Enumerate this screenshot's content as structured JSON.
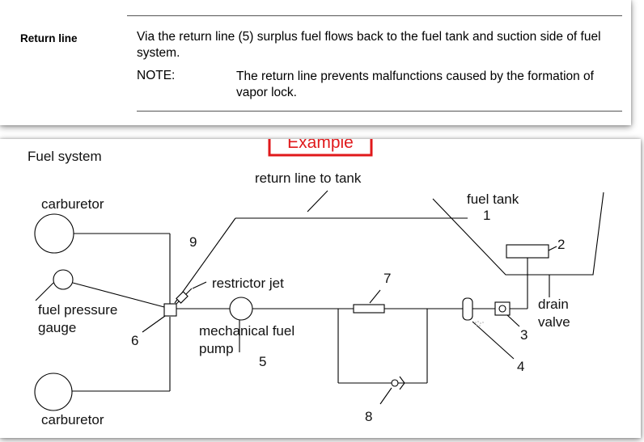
{
  "top_section": {
    "label": "Return line",
    "text": "Via the return line (5) surplus fuel flows back to the fuel tank and suction side of fuel system.",
    "note_label": "NOTE:",
    "note_text": "The return line prevents malfunctions caused by the formation of vapor lock."
  },
  "badge": {
    "label": "Example",
    "color": "#e0191b"
  },
  "diagram": {
    "title": "Fuel system",
    "labels": {
      "return_line": "return line to tank",
      "fuel_tank": "fuel tank",
      "carburetor_top": "carburetor",
      "carburetor_bottom": "carburetor",
      "fuel_pressure": "fuel pressure",
      "gauge": "gauge",
      "restrictor_jet": "restrictor jet",
      "mechanical_fuel": "mechanical fuel",
      "pump": "pump",
      "drain": "drain",
      "valve": "valve"
    },
    "numbers": {
      "n1": "1",
      "n2": "2",
      "n3": "3",
      "n4": "4",
      "n5": "5",
      "n6": "6",
      "n7": "7",
      "n8": "8",
      "n9": "9"
    }
  }
}
